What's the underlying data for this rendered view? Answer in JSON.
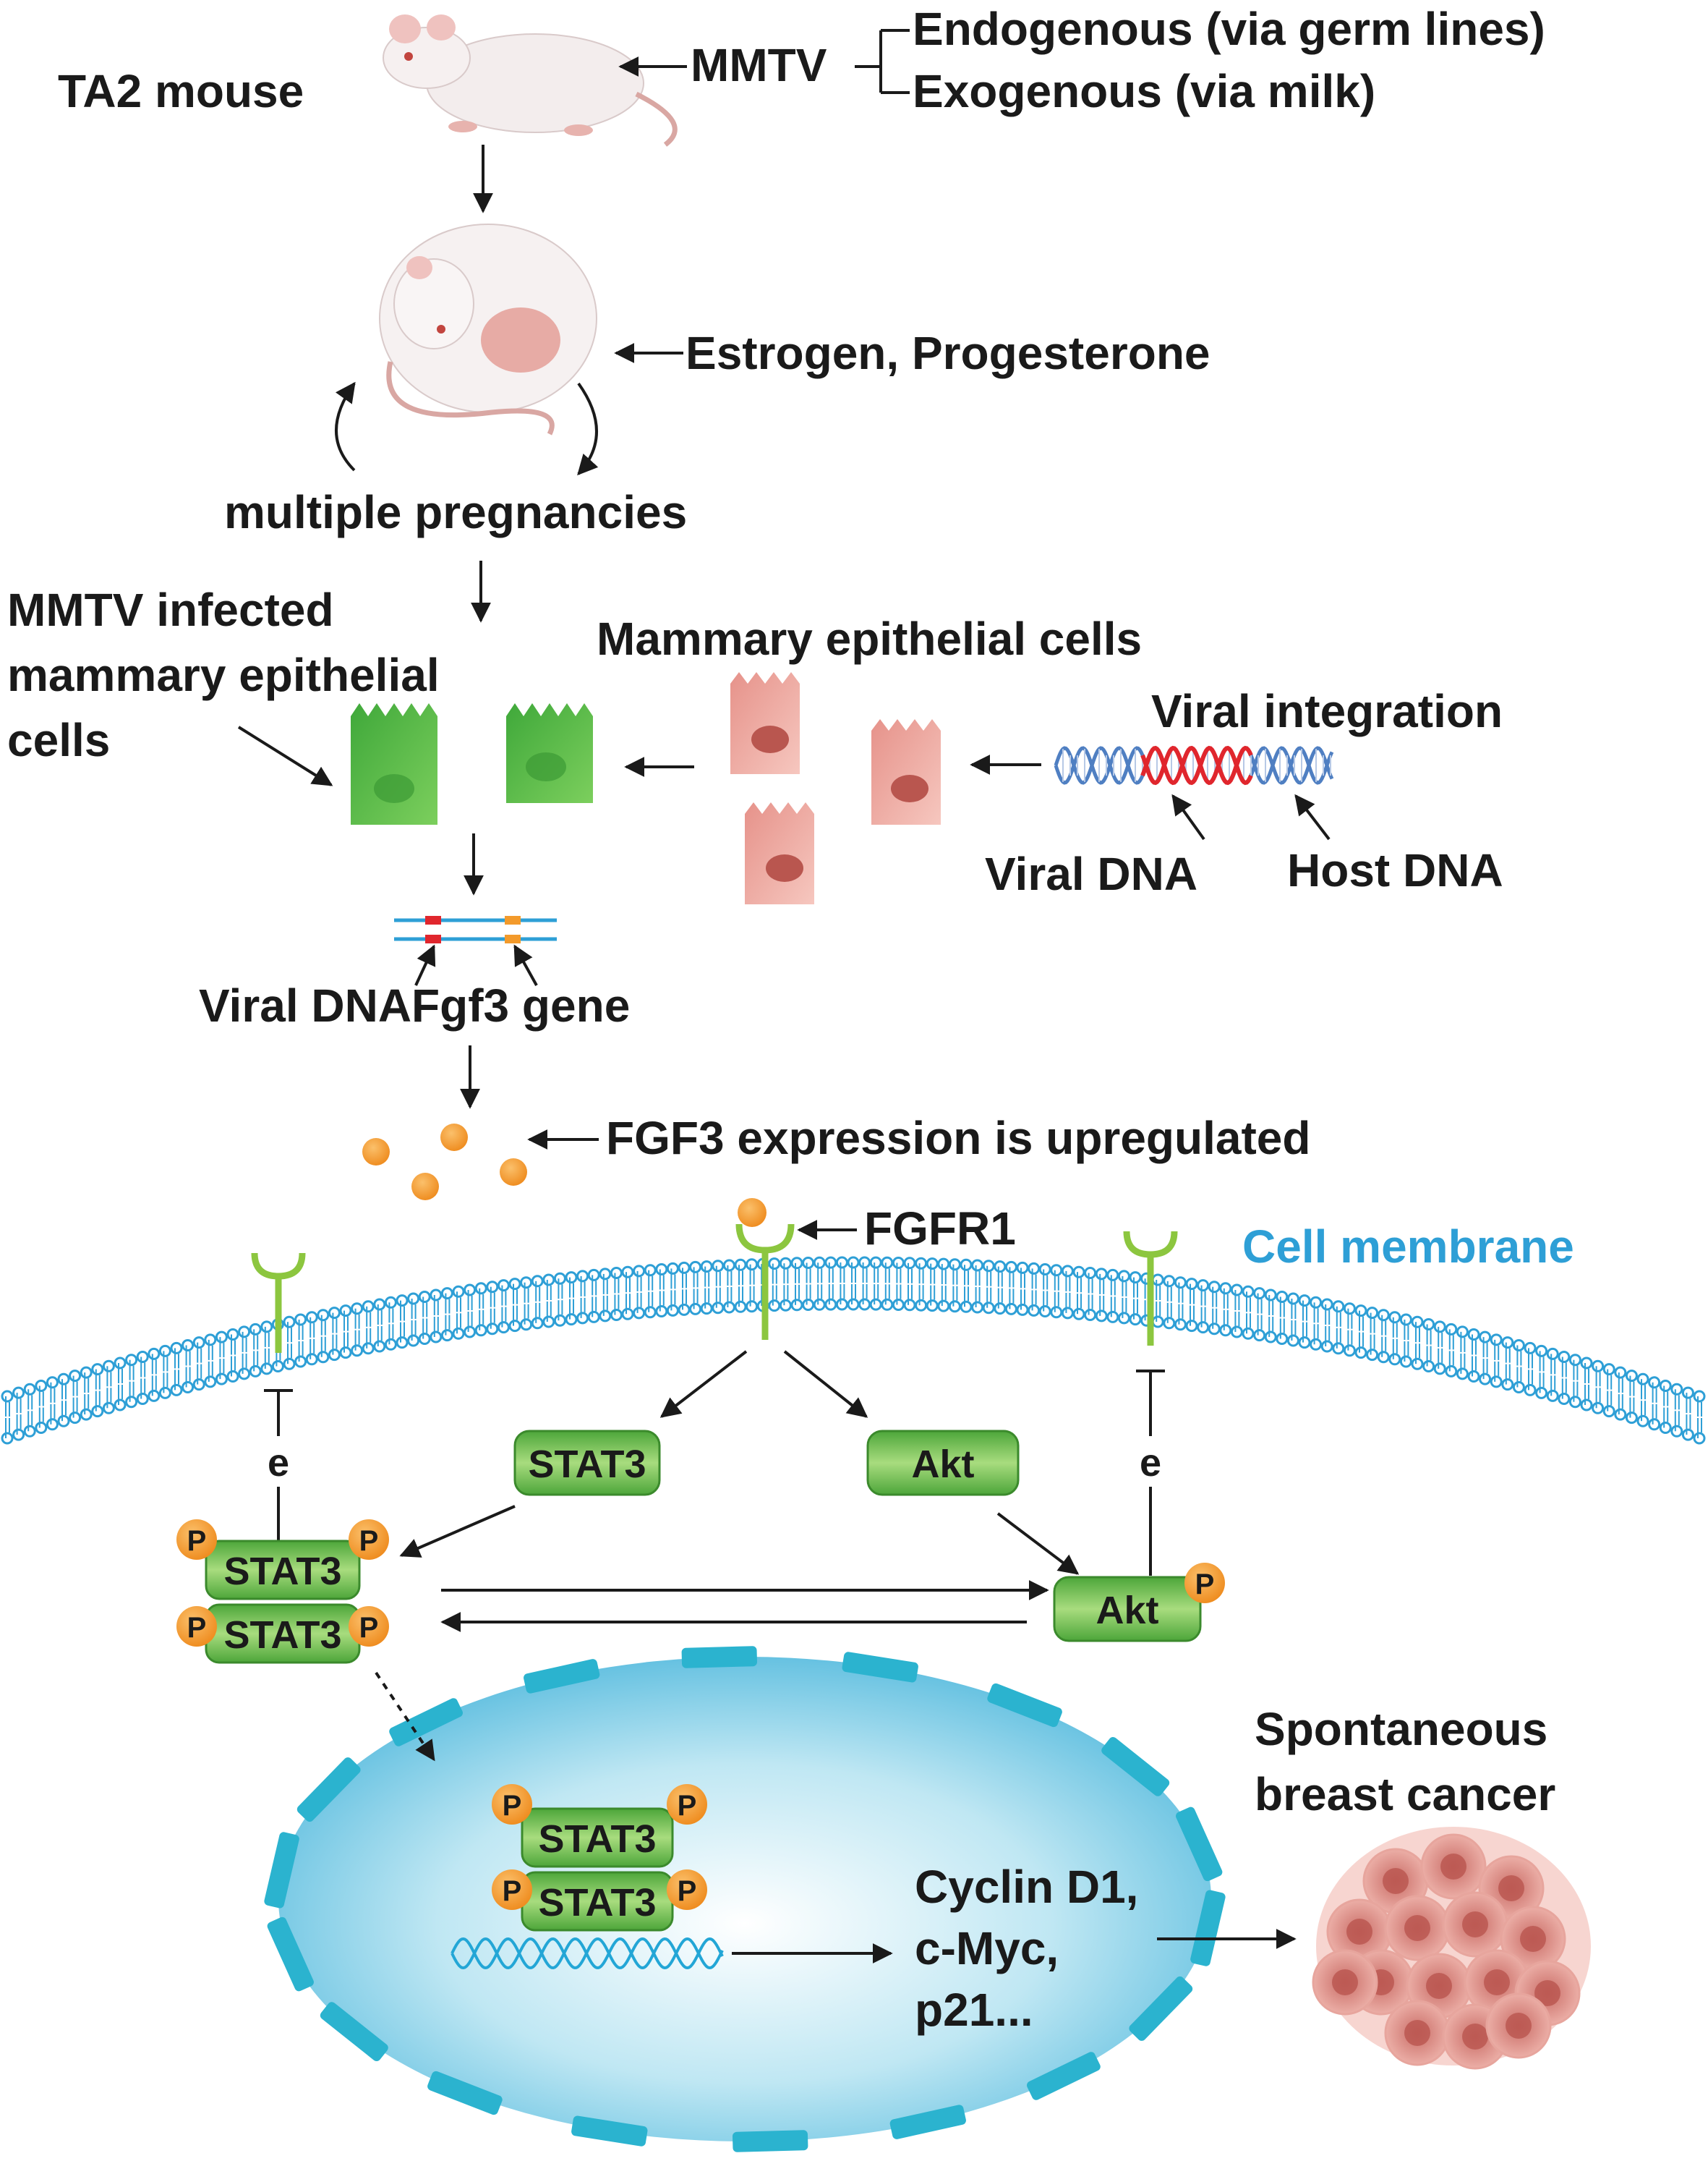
{
  "labels": {
    "ta2_mouse": "TA2 mouse",
    "mmtv": "MMTV",
    "endogenous": "Endogenous (via germ lines)",
    "exogenous": "Exogenous (via milk)",
    "hormones": "Estrogen,  Progesterone",
    "multiple_pregnancies": "multiple pregnancies",
    "infected_cells_line1": "MMTV infected",
    "infected_cells_line2": "mammary epithelial",
    "infected_cells_line3": "cells",
    "mammary_cells": "Mammary epithelial cells",
    "viral_integration": "Viral integration",
    "viral_dna": "Viral DNA",
    "host_dna": "Host DNA",
    "viral_dna_fgf3": "Viral DNAFgf3 gene",
    "fgf3_upregulated": "FGF3 expression is upregulated",
    "fgfr1": "FGFR1",
    "cell_membrane": "Cell membrane",
    "stat3": "STAT3",
    "akt": "Akt",
    "phospho": "P",
    "inhibitor": "e",
    "targets_line1": "Cyclin D1,",
    "targets_line2": "c-Myc,",
    "targets_line3": "p21...",
    "cancer_line1": "Spontaneous",
    "cancer_line2": "breast cancer"
  },
  "colors": {
    "text": "#1a1a1a",
    "membrane": "#2e9fd6",
    "receptor": "#8cc63f",
    "infected_cell": "#4fb648",
    "normal_cell": "#e8a19a",
    "ligand": "#f39a2b",
    "box_green": "#6cc04a",
    "nucleus": "#8fd3ea",
    "nuclear_pore": "#2bb3cf",
    "viral_dna": "#e0262d",
    "host_dna": "#4f7fc2",
    "cancer": "#d9877f"
  }
}
